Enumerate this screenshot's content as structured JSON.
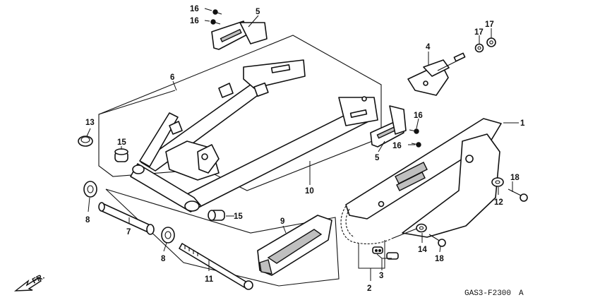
{
  "callouts": {
    "c1": "1",
    "c2": "2",
    "c3": "3",
    "c4": "4",
    "c5a": "5",
    "c5b": "5",
    "c6": "6",
    "c7": "7",
    "c8a": "8",
    "c8b": "8",
    "c9": "9",
    "c10": "10",
    "c11": "11",
    "c12": "12",
    "c13": "13",
    "c14": "14",
    "c15a": "15",
    "c15b": "15",
    "c16a": "16",
    "c16b": "16",
    "c16c": "16",
    "c16d": "16",
    "c17a": "17",
    "c17b": "17",
    "c18a": "18",
    "c18b": "18"
  },
  "direction_label": "FR.",
  "diagram_code": "GAS3-F2300",
  "revision_mark": "A"
}
